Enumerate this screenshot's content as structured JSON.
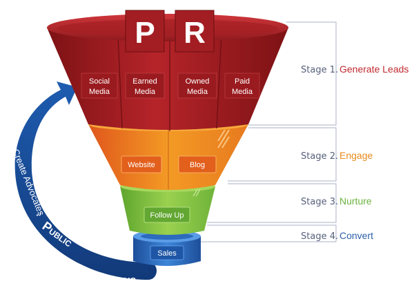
{
  "title_letters": [
    "P",
    "R"
  ],
  "top_segments": [
    {
      "line1": "Social",
      "line2": "Media"
    },
    {
      "line1": "Earned",
      "line2": "Media"
    },
    {
      "line1": "Owned",
      "line2": "Media"
    },
    {
      "line1": "Paid",
      "line2": "Media"
    }
  ],
  "engage_items": [
    "Website",
    "Blog"
  ],
  "nurture_item": "Follow Up",
  "convert_item": "Sales",
  "stages": [
    {
      "num": "Stage 1.",
      "name": "Generate Leads",
      "color": "#c0282e"
    },
    {
      "num": "Stage 2.",
      "name": "Engage",
      "color": "#e98a1c"
    },
    {
      "num": "Stage 3.",
      "name": "Nurture",
      "color": "#6cb33f"
    },
    {
      "num": "Stage 4.",
      "name": "Convert",
      "color": "#2c5ea8"
    }
  ],
  "arrow": {
    "create_text": "Create Advocates",
    "colon": ":",
    "public_cap": "P",
    "public_rest": "UBLIC",
    "relations_cap": "R",
    "relations_rest": "ELATIONS",
    "color": "#1a4690"
  },
  "colors": {
    "red_funnel": "#9c1b1f",
    "orange_funnel": "#ee7a1e",
    "green_funnel": "#7dc242",
    "blue_funnel": "#2f73c9"
  }
}
